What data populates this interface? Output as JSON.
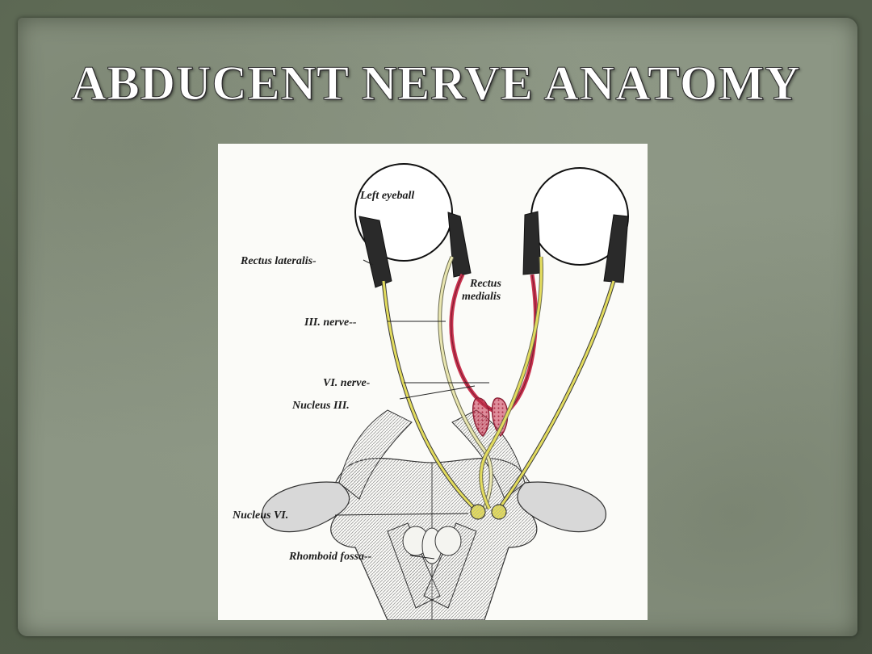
{
  "slide": {
    "title": "ABDUCENT NERVE ANATOMY"
  },
  "figure": {
    "labels": {
      "left_eyeball": "Left eyeball",
      "rectus_lateralis": "Rectus lateralis-",
      "rectus_medialis_line1": "Rectus",
      "rectus_medialis_line2": "medialis",
      "third_nerve": "III. nerve--",
      "sixth_nerve": "VI. nerve-",
      "nucleus_three": "Nucleus III.",
      "nucleus_six": "Nucleus VI.",
      "rhomboid_fossa": "Rhomboid fossa--"
    },
    "colors": {
      "nerve_yellow": "#e3dc5e",
      "muscle_red": "#c8334f",
      "muscle_dark": "#2a2a2a"
    }
  }
}
